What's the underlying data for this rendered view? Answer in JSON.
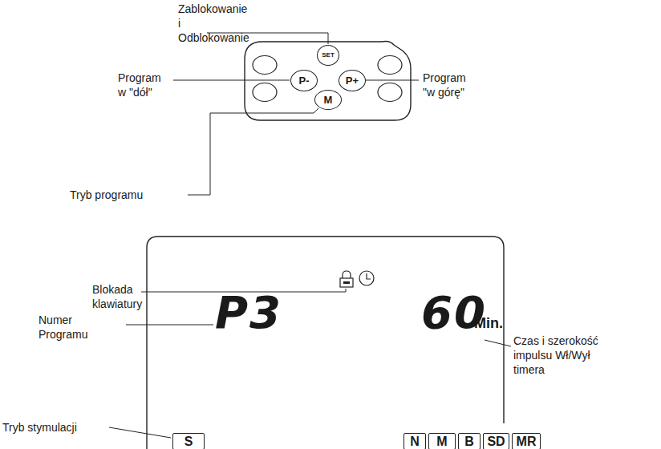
{
  "diagram": {
    "nodes": [
      {
        "text": [
          "SET"
        ]
      },
      {
        "text": [
          "P-"
        ]
      },
      {
        "text": [
          "P+"
        ]
      },
      {
        "text": [
          "M"
        ]
      },
      {
        "text": [
          "S"
        ]
      },
      {
        "text": [
          "N"
        ]
      },
      {
        "text": [
          "M"
        ]
      },
      {
        "text": [
          "B"
        ]
      },
      {
        "text": [
          "SD"
        ]
      },
      {
        "text": [
          "MR"
        ]
      }
    ],
    "labels": [
      "Zablokowanie i Odblokowanie",
      "Program w \"dół\"",
      "Program \"w górę\"",
      "Tryb programu",
      "Blokada klawiatury",
      "Numer Programu",
      "P3",
      "60",
      "Min.",
      "Czas i szerokość impulsu Wł/Wył timera",
      "Tryb stymulacji"
    ]
  }
}
